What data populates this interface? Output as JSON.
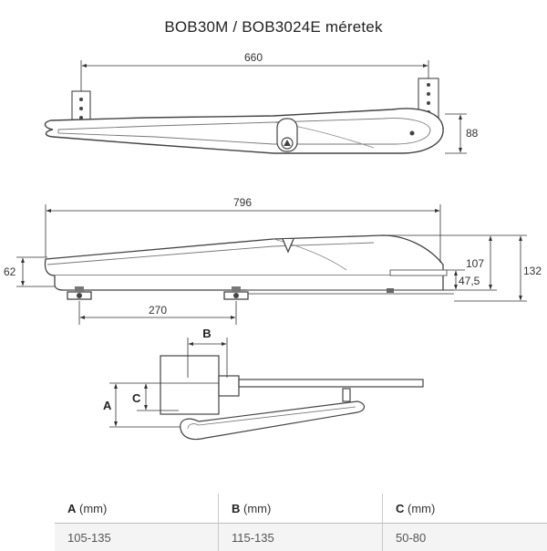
{
  "title": "BOB30M / BOB3024E méretek",
  "dimensions": {
    "top_length": "660",
    "top_height": "88",
    "side_length": "796",
    "side_height_left": "62",
    "side_height_107": "107",
    "side_height_132": "132",
    "side_height_47": "47,5",
    "mount_distance": "270"
  },
  "install_labels": {
    "a": "A",
    "b": "B",
    "c": "C"
  },
  "table": {
    "headers": [
      {
        "letter": "A",
        "unit": " (mm)"
      },
      {
        "letter": "B",
        "unit": " (mm)"
      },
      {
        "letter": "C",
        "unit": " (mm)"
      }
    ],
    "values": [
      "105-135",
      "115-135",
      "50-80"
    ]
  }
}
